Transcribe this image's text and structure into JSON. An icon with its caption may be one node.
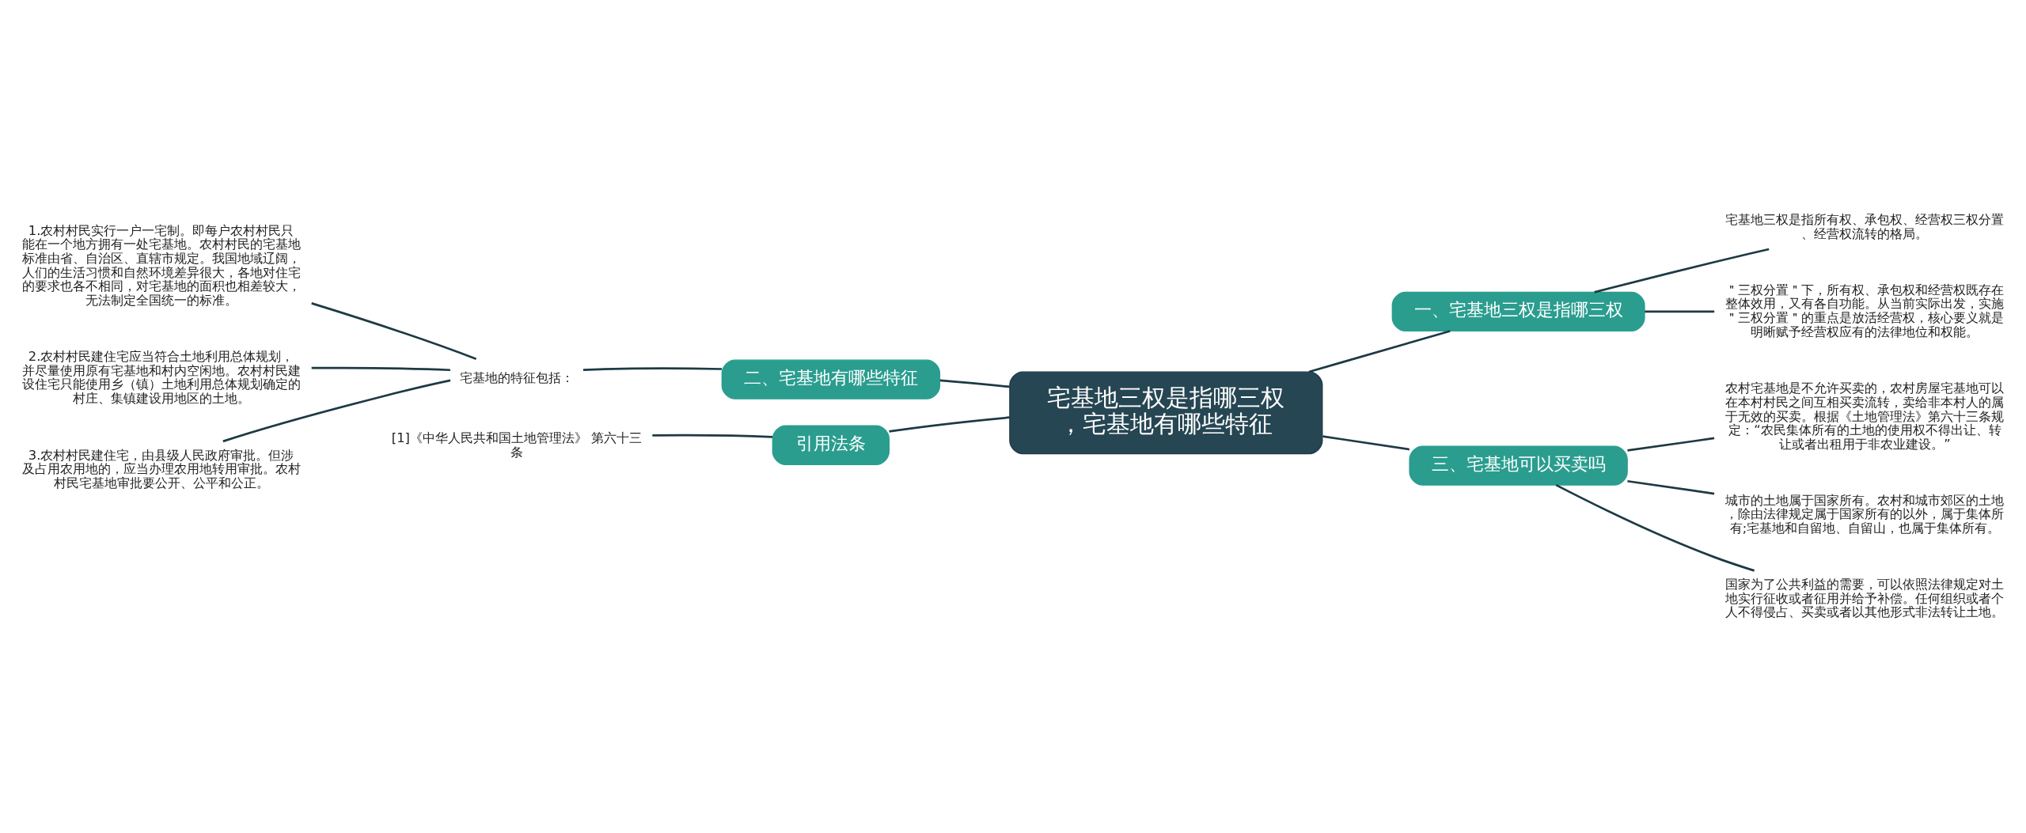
{
  "diagram": {
    "nodes": [
      {
        "text": [
          "宅基地三权是指哪三权，宅基地有哪些特征"
        ]
      },
      {
        "text": [
          "一、宅基地三权是指哪三权"
        ]
      },
      {
        "text": [
          "宅基地三权是指所有权、承包权、经营权三权分置、经营权流转的格局。"
        ]
      },
      {
        "text": [
          "＂三权分置＂下，所有权、承包权和经营权既存在整体效用，又有各自功能。从当前实际出发，实施＂三权分置＂的重点是放活经营权，核心要义就是明晰赋予经营权应有的法律地位和权能。"
        ]
      },
      {
        "text": [
          "二、宅基地有哪些特征"
        ]
      },
      {
        "text": [
          "宅基地的特征包括："
        ]
      },
      {
        "text": [
          "1.农村村民实行一户一宅制。即每户农村村民只能在一个地方拥有一处宅基地。农村村民的宅基地标准由省、自治区、直辖市规定。我国地域辽阔，人们的生活习惯和自然环境差异很大，各地对住宅的要求也各不相同，对宅基地的面积也相差较大，无法制定全国统一的标准。"
        ]
      },
      {
        "text": [
          "2.农村村民建住宅应当符合土地利用总体规划，并尽量使用原有宅基地和村内空闲地。农村村民建设住宅只能使用乡（镇）土地利用总体规划确定的村庄、集镇建设用地区的土地。"
        ]
      },
      {
        "text": [
          "3.农村村民建住宅，由县级人民政府审批。但涉及占用农用地的，应当办理农用地转用审批。农村村民宅基地审批要公开、公平和公正。"
        ]
      },
      {
        "text": [
          "引用法条"
        ]
      },
      {
        "text": [
          "[1]《中华人民共和国土地管理法》 第六十三条"
        ]
      },
      {
        "text": [
          "三、宅基地可以买卖吗"
        ]
      },
      {
        "text": [
          "农村宅基地是不允许买卖的，农村房屋宅基地可以在本村村民之间互相买卖流转，卖给非本村人的属于无效的买卖。根据《土地管理法》第六十三条规定：“农民集体所有的土地的使用权不得出让、转让或者出租用于非农业建设。”"
        ]
      },
      {
        "text": [
          "城市的土地属于国家所有。农村和城市郊区的土地，除由法律规定属于国家所有的以外，属于集体所有;宅基地和自留地、自留山，也属于集体所有。"
        ]
      },
      {
        "text": [
          "国家为了公共利益的需要，可以依照法律规定对土地实行征收或者征用并给予补偿。任何组织或者个人不得侵占、买卖或者以其他形式非法转让土地。"
        ]
      }
    ],
    "edges": [
      {
        "from": 0,
        "to": 1,
        "arrow": "none"
      },
      {
        "from": 1,
        "to": 2,
        "arrow": "none"
      },
      {
        "from": 1,
        "to": 3,
        "arrow": "none"
      },
      {
        "from": 0,
        "to": 4,
        "arrow": "none"
      },
      {
        "from": 4,
        "to": 5,
        "arrow": "none"
      },
      {
        "from": 5,
        "to": 6,
        "arrow": "none"
      },
      {
        "from": 5,
        "to": 7,
        "arrow": "none"
      },
      {
        "from": 5,
        "to": 8,
        "arrow": "none"
      },
      {
        "from": 0,
        "to": 9,
        "arrow": "none"
      },
      {
        "from": 9,
        "to": 10,
        "arrow": "none"
      },
      {
        "from": 0,
        "to": 11,
        "arrow": "none"
      },
      {
        "from": 11,
        "to": 12,
        "arrow": "none"
      },
      {
        "from": 11,
        "to": 13,
        "arrow": "none"
      },
      {
        "from": 11,
        "to": 14,
        "arrow": "none"
      }
    ]
  }
}
